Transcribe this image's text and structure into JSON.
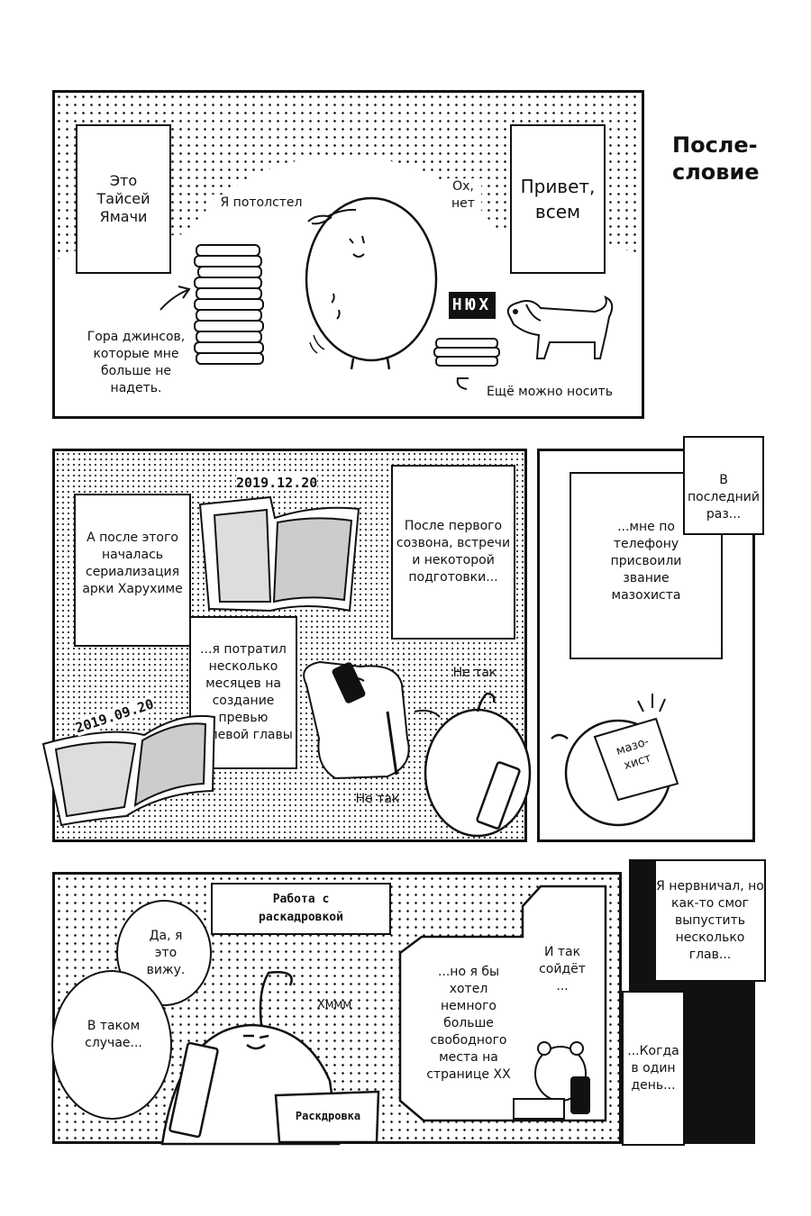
{
  "page_title": {
    "line1": "После-",
    "line2": "словие"
  },
  "panel1": {
    "caption_left": "Это Тайсей Ямачи",
    "caption_right": "Привет, всем",
    "gained_weight": "Я потолстел",
    "oh_no": "Ох, нет",
    "jeans_pile": "Гора джинсов, которые мне больше не надеть.",
    "still_wearable": "Ещё можно носить",
    "sniff": "НЮХ"
  },
  "panel2": {
    "date_top": "2019.12.20",
    "date_bottom": "2019.09.20",
    "caption_serialization": "А после этого началась сериализация арки Харухиме",
    "caption_preview": "...я потратил несколько месяцев на создание превью нулевой главы",
    "caption_first_call": "После первого созвона, встречи и некоторой подготовки...",
    "not_so_1": "Не так",
    "not_so_2": "Не так"
  },
  "panel3": {
    "caption_last_time": "В последний раз...",
    "caption_title": "...мне по телефону присвоили звание мазохиста",
    "paper_label": "мазо-хист"
  },
  "panel4": {
    "sign_storyboard_work": "Работа с раскадровкой",
    "bubble_yes": "Да, я это вижу.",
    "bubble_then": "В таком случае...",
    "hmm": "Хммм",
    "book_label": "Раскдровка",
    "bubble_more_space": "...но я бы хотел немного больше свободного места на странице XX",
    "bubble_ok": "И так сойдёт ..."
  },
  "panel5": {
    "caption_nervous": "Я нервничал, но как-то смог выпустить несколько глав...",
    "caption_one_day": "...Когда в один день..."
  }
}
